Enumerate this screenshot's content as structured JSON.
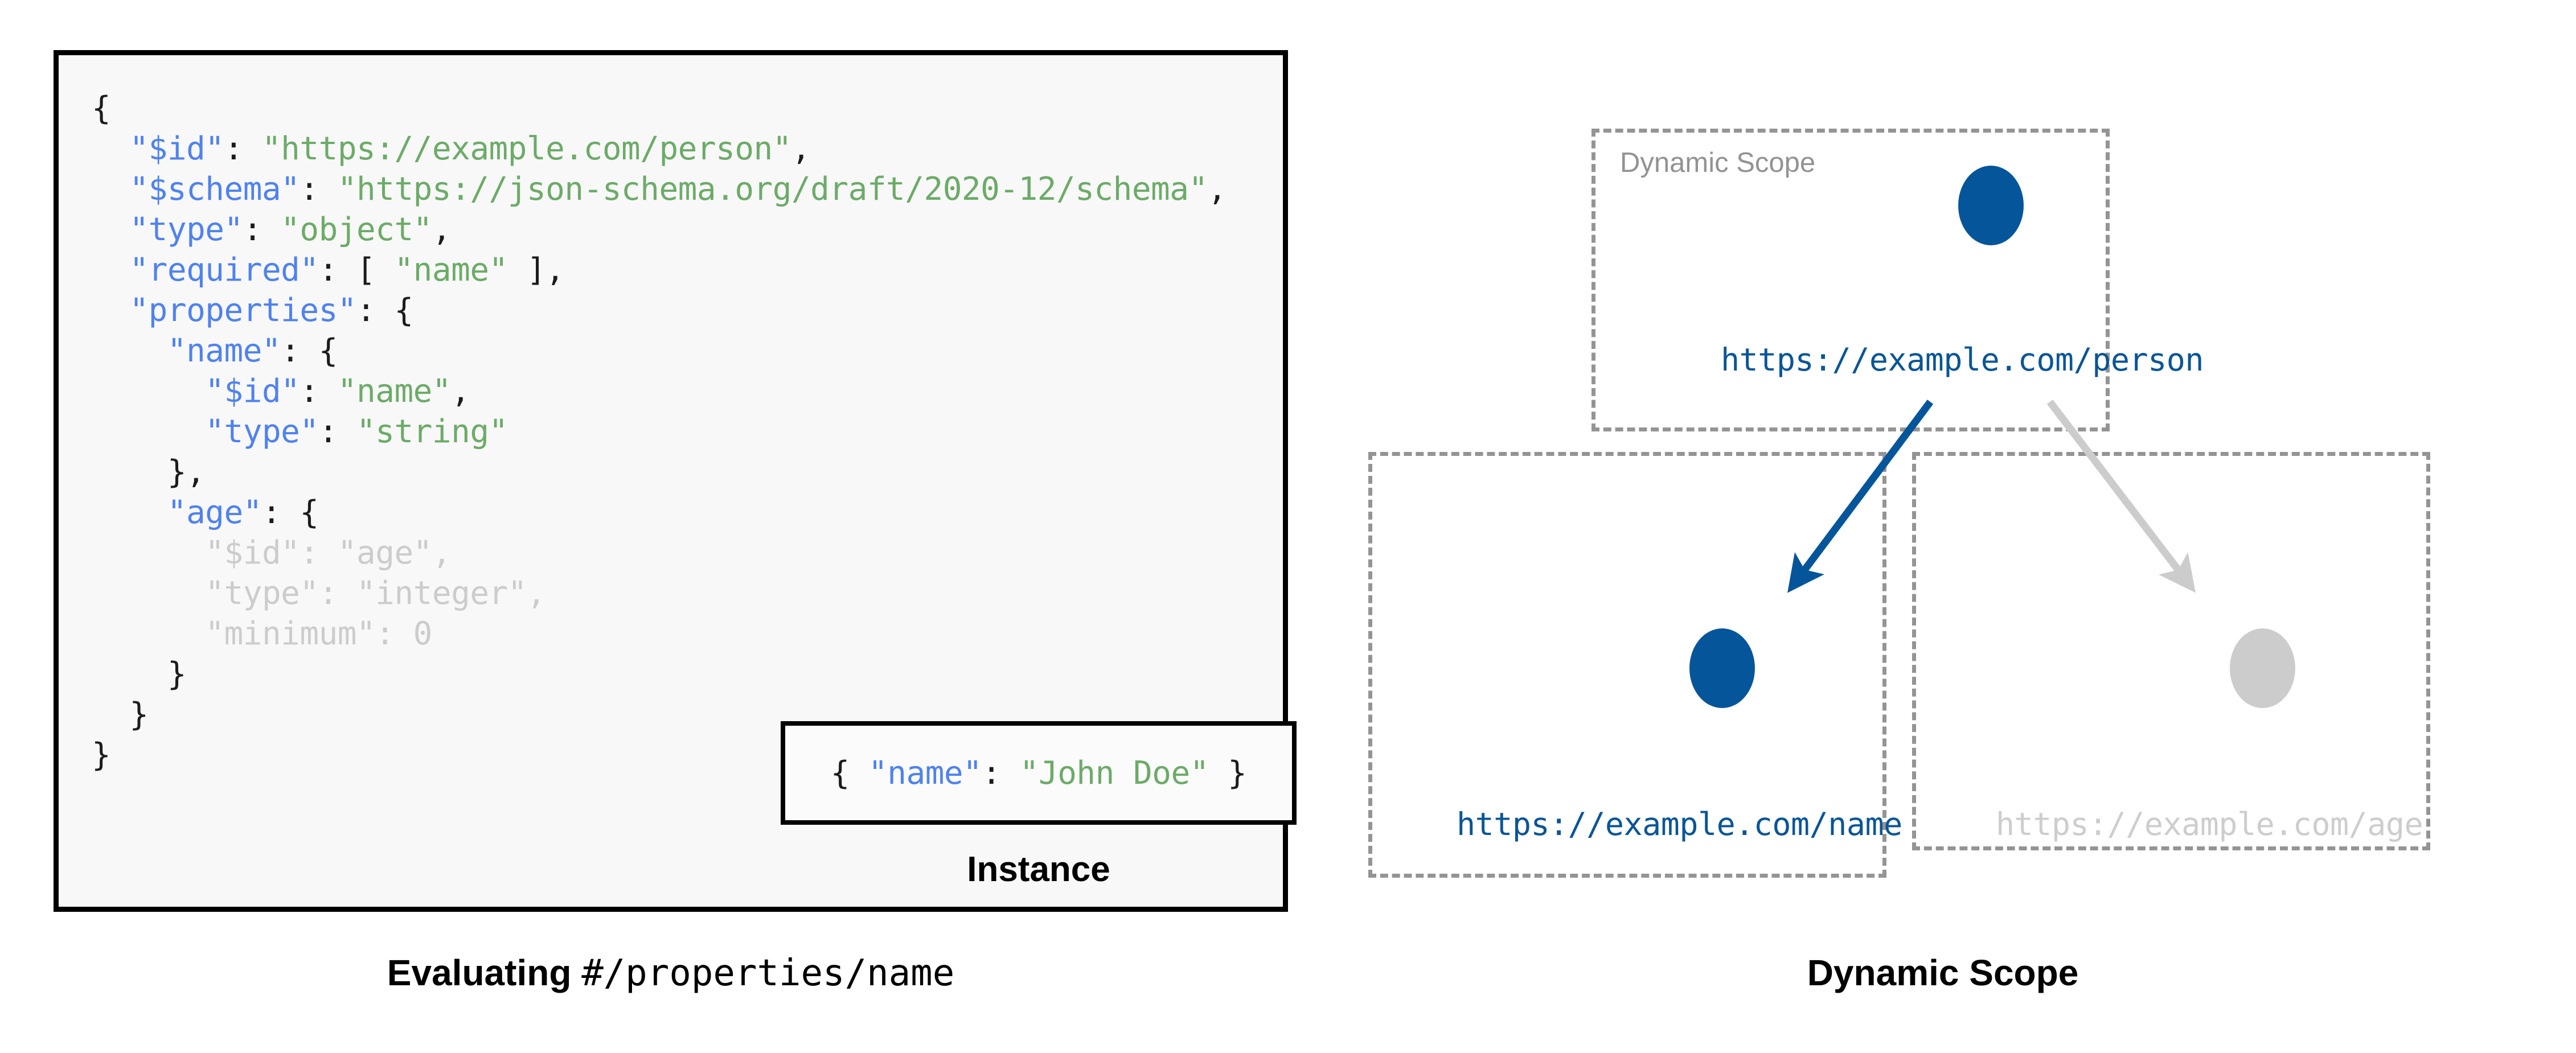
{
  "schema_panel": {
    "name": "json-schema-document",
    "lines": [
      {
        "dim": false,
        "tokens": [
          {
            "t": "punct",
            "v": "{"
          }
        ]
      },
      {
        "dim": false,
        "tokens": [
          {
            "t": "punct",
            "v": "  "
          },
          {
            "t": "key",
            "v": "\"$id\""
          },
          {
            "t": "punct",
            "v": ": "
          },
          {
            "t": "str",
            "v": "\"https://example.com/person\""
          },
          {
            "t": "punct",
            "v": ","
          }
        ]
      },
      {
        "dim": false,
        "tokens": [
          {
            "t": "punct",
            "v": "  "
          },
          {
            "t": "key",
            "v": "\"$schema\""
          },
          {
            "t": "punct",
            "v": ": "
          },
          {
            "t": "str",
            "v": "\"https://json-schema.org/draft/2020-12/schema\""
          },
          {
            "t": "punct",
            "v": ","
          }
        ]
      },
      {
        "dim": false,
        "tokens": [
          {
            "t": "punct",
            "v": "  "
          },
          {
            "t": "key",
            "v": "\"type\""
          },
          {
            "t": "punct",
            "v": ": "
          },
          {
            "t": "str",
            "v": "\"object\""
          },
          {
            "t": "punct",
            "v": ","
          }
        ]
      },
      {
        "dim": false,
        "tokens": [
          {
            "t": "punct",
            "v": "  "
          },
          {
            "t": "key",
            "v": "\"required\""
          },
          {
            "t": "punct",
            "v": ": [ "
          },
          {
            "t": "str",
            "v": "\"name\""
          },
          {
            "t": "punct",
            "v": " ],"
          }
        ]
      },
      {
        "dim": false,
        "tokens": [
          {
            "t": "punct",
            "v": "  "
          },
          {
            "t": "key",
            "v": "\"properties\""
          },
          {
            "t": "punct",
            "v": ": {"
          }
        ]
      },
      {
        "dim": false,
        "tokens": [
          {
            "t": "punct",
            "v": "    "
          },
          {
            "t": "key",
            "v": "\"name\""
          },
          {
            "t": "punct",
            "v": ": {"
          }
        ]
      },
      {
        "dim": false,
        "tokens": [
          {
            "t": "punct",
            "v": "      "
          },
          {
            "t": "key",
            "v": "\"$id\""
          },
          {
            "t": "punct",
            "v": ": "
          },
          {
            "t": "str",
            "v": "\"name\""
          },
          {
            "t": "punct",
            "v": ","
          }
        ]
      },
      {
        "dim": false,
        "tokens": [
          {
            "t": "punct",
            "v": "      "
          },
          {
            "t": "key",
            "v": "\"type\""
          },
          {
            "t": "punct",
            "v": ": "
          },
          {
            "t": "str",
            "v": "\"string\""
          }
        ]
      },
      {
        "dim": false,
        "tokens": [
          {
            "t": "punct",
            "v": "    },"
          }
        ]
      },
      {
        "dim": false,
        "tokens": [
          {
            "t": "punct",
            "v": "    "
          },
          {
            "t": "key",
            "v": "\"age\""
          },
          {
            "t": "punct",
            "v": ": {"
          }
        ]
      },
      {
        "dim": true,
        "tokens": [
          {
            "t": "punct",
            "v": "      "
          },
          {
            "t": "key",
            "v": "\"$id\""
          },
          {
            "t": "punct",
            "v": ": "
          },
          {
            "t": "str",
            "v": "\"age\""
          },
          {
            "t": "punct",
            "v": ","
          }
        ]
      },
      {
        "dim": true,
        "tokens": [
          {
            "t": "punct",
            "v": "      "
          },
          {
            "t": "key",
            "v": "\"type\""
          },
          {
            "t": "punct",
            "v": ": "
          },
          {
            "t": "str",
            "v": "\"integer\""
          },
          {
            "t": "punct",
            "v": ","
          }
        ]
      },
      {
        "dim": true,
        "tokens": [
          {
            "t": "punct",
            "v": "      "
          },
          {
            "t": "key",
            "v": "\"minimum\""
          },
          {
            "t": "punct",
            "v": ": "
          },
          {
            "t": "num",
            "v": "0"
          }
        ]
      },
      {
        "dim": false,
        "tokens": [
          {
            "t": "punct",
            "v": "    }"
          }
        ]
      },
      {
        "dim": false,
        "tokens": [
          {
            "t": "punct",
            "v": "  }"
          }
        ]
      },
      {
        "dim": false,
        "tokens": [
          {
            "t": "punct",
            "v": "}"
          }
        ]
      }
    ]
  },
  "instance": {
    "label": "Instance",
    "tokens": [
      {
        "t": "punct",
        "v": "{ "
      },
      {
        "t": "key",
        "v": "\"name\""
      },
      {
        "t": "punct",
        "v": ": "
      },
      {
        "t": "str",
        "v": "\"John Doe\""
      },
      {
        "t": "punct",
        "v": " }"
      }
    ]
  },
  "left_caption": {
    "bold_text": "Evaluating ",
    "mono_text": "#/properties/name"
  },
  "diagram": {
    "caption": "Dynamic Scope",
    "scope_label": "Dynamic Scope",
    "nodes": [
      {
        "id": "person",
        "label": "https://example.com/person",
        "state": "active"
      },
      {
        "id": "name",
        "label": "https://example.com/name",
        "state": "active"
      },
      {
        "id": "age",
        "label": "https://example.com/age",
        "state": "inactive"
      }
    ],
    "edges": [
      {
        "from": "person",
        "to": "name",
        "state": "active"
      },
      {
        "from": "person",
        "to": "age",
        "state": "inactive"
      }
    ]
  },
  "colors": {
    "node_active": "#05559b",
    "node_inactive": "#cccccc",
    "label_active": "#0a5596",
    "label_inactive": "#cdcdcd",
    "scope_border": "#949494",
    "scope_label": "#939393",
    "code_key": "#4f82ef",
    "code_string": "#6cab68",
    "code_punct": "#1c1c1c",
    "code_dim": "#cccccc",
    "code_background": "#f8f8f8"
  }
}
